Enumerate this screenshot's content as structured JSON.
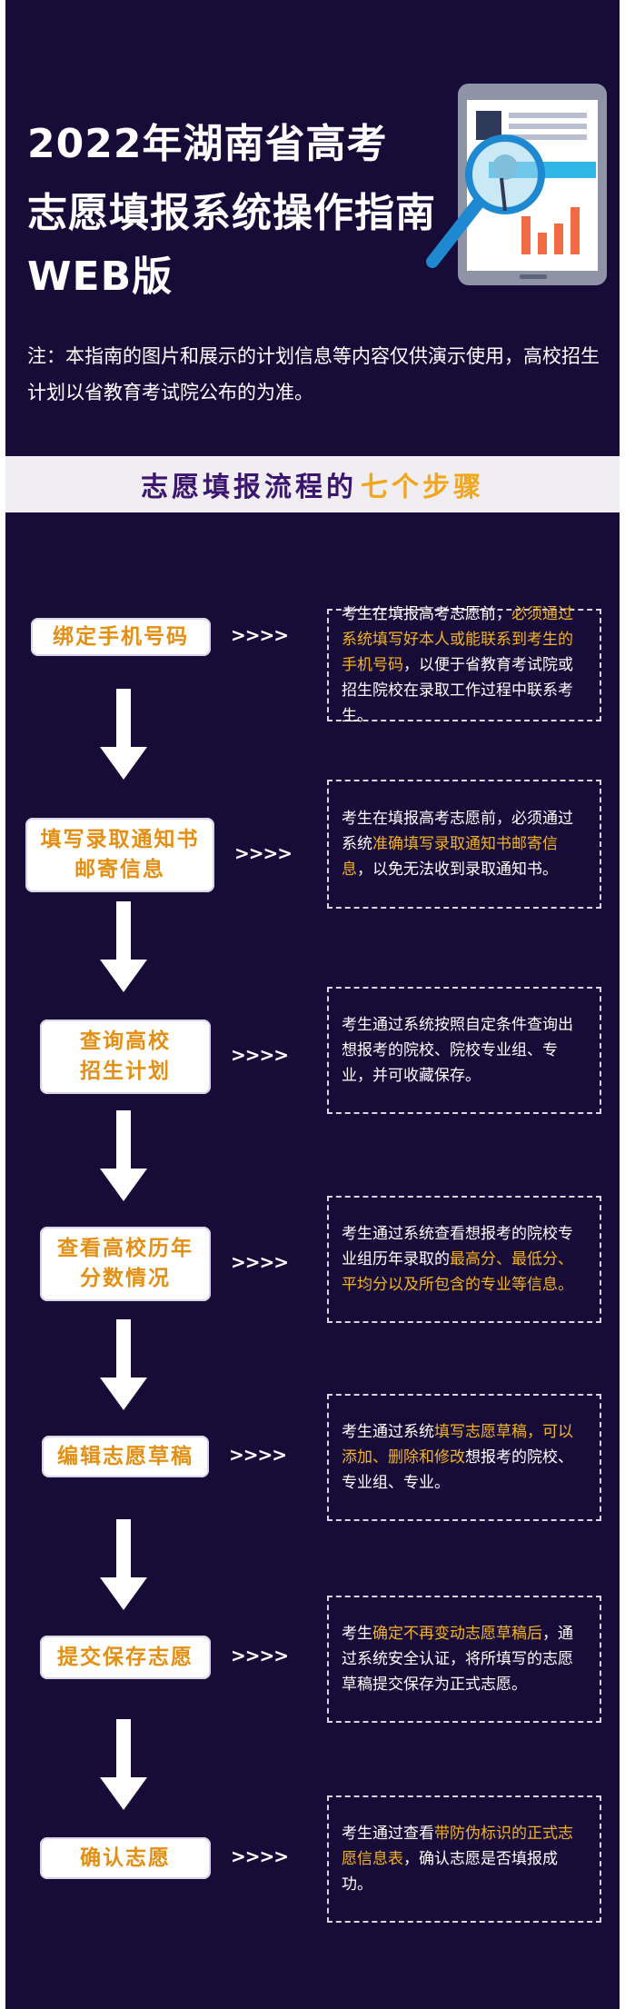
{
  "header": {
    "title_line1": "2022年湖南省高考",
    "title_line2": "志愿填报系统操作指南",
    "title_line3": "WEB版",
    "note": "注：本指南的图片和展示的计划信息等内容仅供演示使用，高校招生计划以省教育考试院公布的为准。"
  },
  "banner": {
    "part1": "志愿填报流程的",
    "part2": "七个步骤"
  },
  "colors": {
    "background": "#170b38",
    "accent_orange": "#e38f13",
    "highlight_yellow": "#f4b325",
    "banner_purple": "#3b1670"
  },
  "chevrons": ">>>>",
  "steps": [
    {
      "line1": "绑定手机号码",
      "line2": "",
      "desc": [
        {
          "t": "考生在填报高考志愿前，",
          "h": false
        },
        {
          "t": "必须通过系统填写好本人或能联系到考生的手机号码",
          "h": true
        },
        {
          "t": "，以便于省教育考试院或招生院校在录取工作过程中联系考生。",
          "h": false
        }
      ]
    },
    {
      "line1": "填写录取通知书",
      "line2": "邮寄信息",
      "desc": [
        {
          "t": "考生在填报高考志愿前，必须通过系统",
          "h": false
        },
        {
          "t": "准确填写录取通知书邮寄信息",
          "h": true
        },
        {
          "t": "，以免无法收到录取通知书。",
          "h": false
        }
      ]
    },
    {
      "line1": "查询高校",
      "line2": "招生计划",
      "desc": [
        {
          "t": "考生通过系统按照自定条件查询出想报考的院校、院校专业组、专业，并可收藏保存。",
          "h": false
        }
      ]
    },
    {
      "line1": "查看高校历年",
      "line2": "分数情况",
      "desc": [
        {
          "t": "考生通过系统查看想报考的院校专业组历年录取的",
          "h": false
        },
        {
          "t": "最高分、最低分、平均分以及所包含的专业等信息。",
          "h": true
        }
      ]
    },
    {
      "line1": "编辑志愿草稿",
      "line2": "",
      "desc": [
        {
          "t": "考生通过系统",
          "h": false
        },
        {
          "t": "填写志愿草稿，可以添加、删除和修改",
          "h": true
        },
        {
          "t": "想报考的院校、专业组、专业。",
          "h": false
        }
      ]
    },
    {
      "line1": "提交保存志愿",
      "line2": "",
      "desc": [
        {
          "t": "考生",
          "h": false
        },
        {
          "t": "确定不再变动志愿草稿后",
          "h": true
        },
        {
          "t": "，通过系统安全认证，将所填写的志愿草稿提交保存为正式志愿。",
          "h": false
        }
      ]
    },
    {
      "line1": "确认志愿",
      "line2": "",
      "desc": [
        {
          "t": "考生通过查看",
          "h": false
        },
        {
          "t": "带防伪标识的正式志愿信息表",
          "h": true
        },
        {
          "t": "，确认志愿是否填报成功。",
          "h": false
        }
      ]
    }
  ]
}
